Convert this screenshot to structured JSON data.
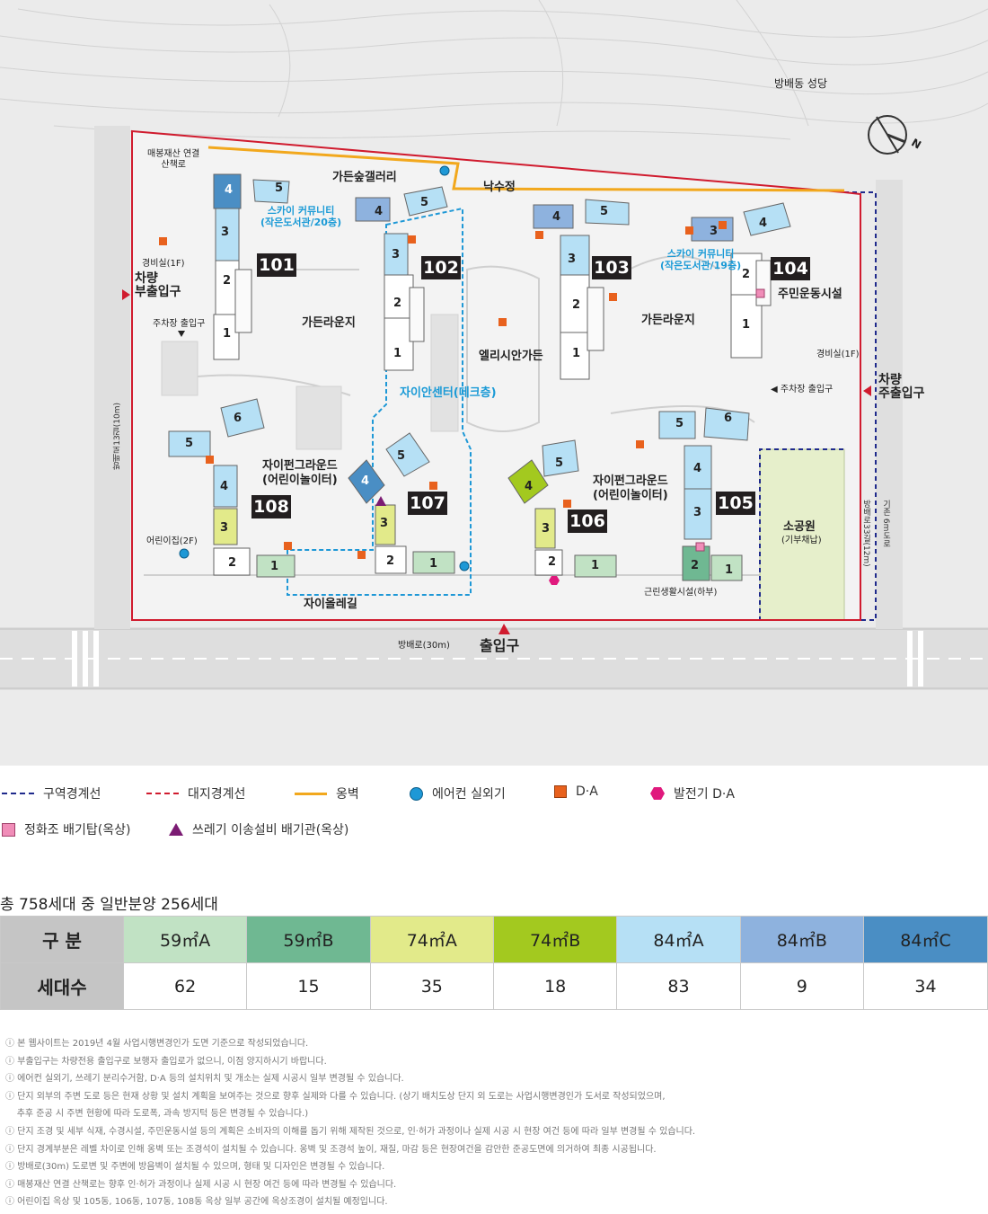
{
  "map": {
    "labels": {
      "church": "방배동 성당",
      "trail": "매봉재산 연결\n산책로",
      "gallery": "가든숲갤러리",
      "naksu": "낙수정",
      "sky1": "스카이 커뮤니티\n(작은도서관/20층)",
      "sky2": "스카이 커뮤니티\n(작은도서관/19층)",
      "guard1": "경비실(1F)",
      "guard2": "경비실(1F)",
      "sub_entry": "차량\n부출입구",
      "main_entry_car": "차량\n주출입구",
      "parking1": "주차장 출입구",
      "parking2": "◀ 주차장 출입구",
      "lounge1": "가든라운지",
      "lounge2": "가든라운지",
      "elysian": "엘리시안가든",
      "xi_center": "자이안센터(데크층)",
      "fitness": "주민운동시설",
      "fun1": "자이펀그라운드\n(어린이놀이터)",
      "fun2": "자이펀그라운드\n(어린이놀이터)",
      "daycare": "어린이집(2F)",
      "olle": "자이올레길",
      "park": "소공원",
      "park_sub": "(기부채납)",
      "retail": "근린생활시설(하부)",
      "road_bottom": "방배로(30m)",
      "entrance": "출입구",
      "road_left": "방배로13길(10m)",
      "road_right": "방배로33길(12m)",
      "road_right2": "기존 6m도로"
    },
    "buildings": [
      {
        "no": "101"
      },
      {
        "no": "102"
      },
      {
        "no": "103"
      },
      {
        "no": "104"
      },
      {
        "no": "105"
      },
      {
        "no": "106"
      },
      {
        "no": "107"
      },
      {
        "no": "108"
      }
    ],
    "line_numbers": [
      "1",
      "2",
      "3",
      "4",
      "5",
      "6"
    ],
    "compass_letter": "N",
    "colors": {
      "zone_boundary": "#1f2a8c",
      "site_boundary": "#d01b2e",
      "retaining_wall": "#f2a81d",
      "aircon": "#1e98d6",
      "da": "#e8611d",
      "generator": "#e0197d",
      "septic": "#f08db8",
      "garbage": "#7b1b73"
    }
  },
  "legend": [
    {
      "label": "구역경계선",
      "type": "zone_line"
    },
    {
      "label": "대지경계선",
      "type": "site_line"
    },
    {
      "label": "옹벽",
      "type": "wall_line"
    },
    {
      "label": "에어컨 실외기",
      "type": "circle"
    },
    {
      "label": "D·A",
      "type": "square"
    },
    {
      "label": "발전기 D·A",
      "type": "hexagon"
    },
    {
      "label": "정화조 배기탑(옥상)",
      "type": "pink_square"
    },
    {
      "label": "쓰레기 이송설비 배기관(옥상)",
      "type": "triangle"
    }
  ],
  "summary": "총 758세대 중 일반분양 256세대",
  "table": {
    "header_label": "구 분",
    "row_label": "세대수",
    "types": [
      {
        "name": "59㎡A",
        "count": "62",
        "color": "#c1e2c4"
      },
      {
        "name": "59㎡B",
        "count": "15",
        "color": "#6fb892"
      },
      {
        "name": "74㎡A",
        "count": "35",
        "color": "#e2ea8a"
      },
      {
        "name": "74㎡B",
        "count": "18",
        "color": "#a3c91f"
      },
      {
        "name": "84㎡A",
        "count": "83",
        "color": "#b6e0f5"
      },
      {
        "name": "84㎡B",
        "count": "9",
        "color": "#8eb2de"
      },
      {
        "name": "84㎡C",
        "count": "34",
        "color": "#4a8ec4"
      }
    ]
  },
  "notes": [
    "ⓘ 본 웹사이트는 2019년 4월 사업시행변경인가 도면 기준으로 작성되었습니다.",
    "ⓘ 부출입구는 차량전용 출입구로 보행자 출입로가 없으니, 이점 양지하시기 바랍니다.",
    "ⓘ 에어컨 실외기, 쓰레기 분리수거함, D·A 등의 설치위치 및 개소는 실제 시공시 일부 변경될 수 있습니다.",
    "ⓘ 단지 외부의 주변 도로 등은 현재 상황 및 설치 계획을 보여주는 것으로 향후 실제와 다를 수 있습니다. (상기 배치도상 단지 외 도로는 사업시행변경인가 도서로 작성되었으며,",
    "    추후 준공 시 주변 현황에 따라 도로폭, 과속 방지턱 등은 변경될 수 있습니다.)",
    "ⓘ 단지 조경 및 세부 식재, 수경시설, 주민운동시설 등의 계획은 소비자의 이해를 돕기 위해 제작된 것으로, 인·허가 과정이나 실제 시공 시 현장 여건 등에 따라 일부 변경될 수 있습니다.",
    "ⓘ 단지 경계부분은 레벨 차이로 인해 옹벽 또는 조경석이 설치될 수 있습니다. 옹벽 및 조경석 높이, 재질, 마감 등은 현장여건을 감안한 준공도면에 의거하여 최종 시공됩니다.",
    "ⓘ 방배로(30m) 도로변 및 주변에 방음벽이 설치될 수 있으며, 형태 및 디자인은 변경될 수 있습니다.",
    "ⓘ 매봉재산 연결 산책로는 향후 인·허가 과정이나 실제 시공 시 현장 여건 등에 따라 변경될 수 있습니다.",
    "ⓘ 어린이집 옥상 및 105동, 106동, 107동, 108동 옥상 일부 공간에 옥상조경이 설치될 예정입니다."
  ]
}
